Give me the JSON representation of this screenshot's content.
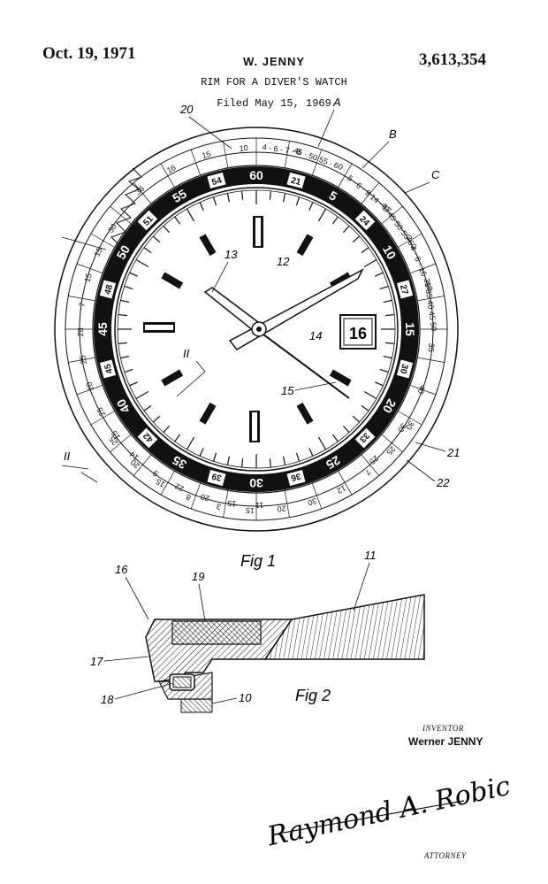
{
  "header": {
    "date": "Oct. 19, 1971",
    "inventor_short": "W. JENNY",
    "patent_number": "3,613,354",
    "title": "RIM FOR A DIVER'S WATCH",
    "filed": "Filed May 15, 1969"
  },
  "figure1": {
    "label": "Fig 1",
    "date_window": "16",
    "bezel_numbers": [
      "60",
      "5",
      "10",
      "15",
      "20",
      "25",
      "30",
      "35",
      "40",
      "45",
      "50",
      "55"
    ],
    "bezel_small": [
      "21",
      "24",
      "27",
      "30",
      "33",
      "36",
      "39",
      "42",
      "45",
      "48",
      "51",
      "54"
    ],
    "ref_labels": {
      "A": "A",
      "B": "B",
      "C": "C",
      "n20": "20",
      "n21": "21",
      "n22": "22",
      "n13": "13",
      "n12": "12",
      "n14": "14",
      "n15": "15",
      "sec": "II",
      "sec2": "II"
    },
    "ring_top": [
      "36",
      "16",
      "15",
      "10",
      "4 - 6 - 7 - 8",
      "45 · 50 55 · 60"
    ],
    "ring_right": [
      "5 · 6 · 9 14 · 17",
      "40·45·50·55·60",
      "3 · 4 · 6 · 16 · 18",
      "30 35 40 45 50",
      "35",
      "40",
      "30",
      "25"
    ],
    "ring_left": [
      "30",
      "15",
      "15",
      "7",
      "28",
      "25",
      "20",
      "25",
      "15",
      "14",
      "9",
      "22",
      "20",
      "15",
      "11"
    ],
    "ring_bottom": [
      "25",
      "20",
      "15",
      "8",
      "3",
      "15",
      "20",
      "30",
      "12",
      "7",
      "25",
      "30"
    ]
  },
  "figure2": {
    "label": "Fig 2",
    "refs": {
      "n16": "16",
      "n19": "19",
      "n11": "11",
      "n17": "17",
      "n18": "18",
      "n10": "10"
    }
  },
  "signature": {
    "inventor_label": "INVENTOR",
    "inventor_name": "Werner JENNY",
    "signature_text": "Raymond A. Robic",
    "attorney_label": "ATTORNEY"
  }
}
